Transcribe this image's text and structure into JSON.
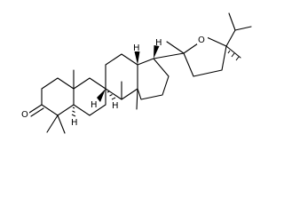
{
  "structure": {
    "atom_labels": {
      "oxygen_ketone": "O",
      "oxygen_ring": "O",
      "h_13": "H",
      "h_17": "H",
      "h_8": "H",
      "h_9": "H",
      "h_5": "H"
    }
  }
}
